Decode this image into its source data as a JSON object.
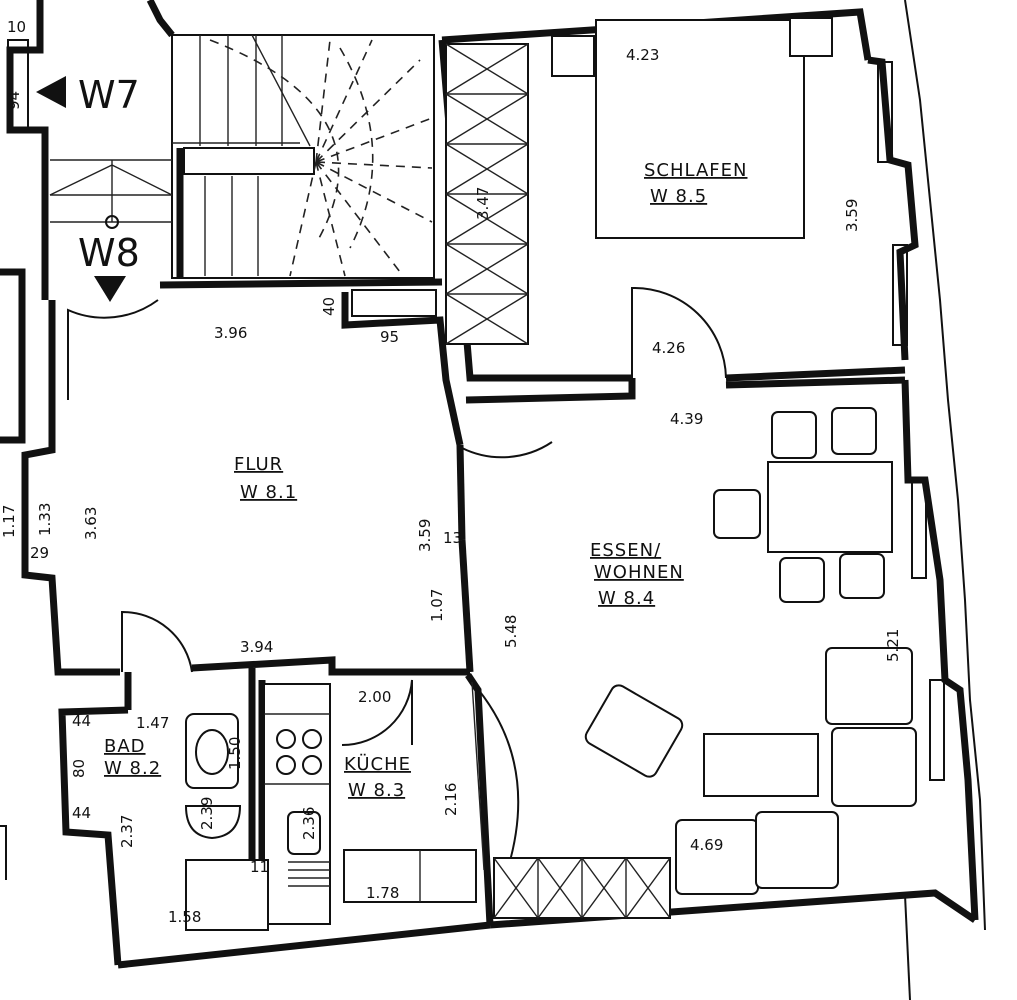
{
  "units": {
    "w7": "W7",
    "w8": "W8"
  },
  "rooms": {
    "schlafen": {
      "name": "SCHLAFEN",
      "code": "W 8.5"
    },
    "flur": {
      "name": "FLUR",
      "code": "W 8.1"
    },
    "essen": {
      "name1": "ESSEN/",
      "name2": "WOHNEN",
      "code": "W 8.4"
    },
    "kueche": {
      "name": "KÜCHE",
      "code": "W 8.3"
    },
    "bad": {
      "name": "BAD",
      "code": "W 8.2"
    }
  },
  "dimensions": {
    "d_10": "10",
    "d_94": "94",
    "d_423": "4.23",
    "d_347": "3.47",
    "d_359_bed": "3.59",
    "d_426": "4.26",
    "d_439": "4.39",
    "d_396": "3.96",
    "d_40": "40",
    "d_95": "95",
    "d_363": "3.63",
    "d_133": "1.33",
    "d_117": "1.17",
    "d_29": "29",
    "d_359_flur": "3.59",
    "d_13": "13",
    "d_107": "1.07",
    "d_548": "5.48",
    "d_394": "3.94",
    "d_200": "2.00",
    "d_521": "5.21",
    "d_147": "1.47",
    "d_44a": "44",
    "d_80": "80",
    "d_44b": "44",
    "d_237": "2.37",
    "d_150": "1.50",
    "d_239": "2.39",
    "d_236": "2.36",
    "d_216": "2.16",
    "d_178": "1.78",
    "d_158": "1.58",
    "d_469": "4.69",
    "d_11": "11"
  }
}
